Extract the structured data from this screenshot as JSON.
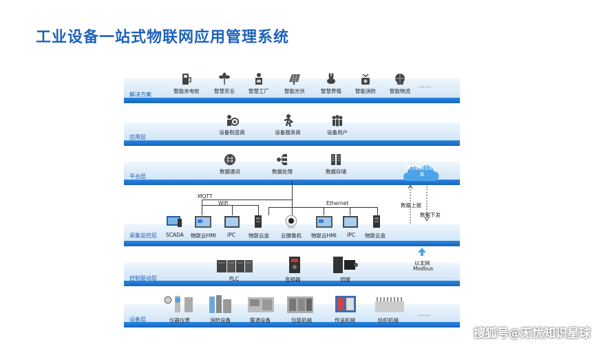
{
  "title": "工业设备一站式物联网应用管理系统",
  "layers": {
    "solution": {
      "label": "解决方案",
      "items": [
        "智能充电桩",
        "智慧农业",
        "智慧工厂",
        "智能光伏",
        "智慧养殖",
        "智能消防",
        "智能物流"
      ],
      "more": "……"
    },
    "application": {
      "label": "应用层",
      "items": [
        "设备制造商",
        "设备服务商",
        "设备用户"
      ]
    },
    "platform": {
      "label": "平台层",
      "items": [
        "数据通讯",
        "数据处理",
        "数据存储"
      ],
      "cloud_label": "青为数据互联工具"
    },
    "collection": {
      "label": "采集监控层",
      "items": [
        "SCADA",
        "物联云HMI",
        "IPC",
        "物联云盒",
        "云摄像机",
        "物联云HMI",
        "IPC",
        "物联云盒"
      ],
      "protocols": {
        "mqtt": "MQTT",
        "wifi": "Wifi",
        "ethernet": "Ethernet"
      },
      "upload": "数据上报",
      "download": "数据下发"
    },
    "control": {
      "label": "控制驱动层",
      "items": [
        "PLC",
        "变频器",
        "伺服"
      ],
      "link": "以太网",
      "link2": "Modbus"
    },
    "device": {
      "label": "设备层",
      "items": [
        "仪器仪表",
        "消防设备",
        "暖通设备",
        "包装机械",
        "传送机械",
        "纺织机械"
      ]
    }
  },
  "colors": {
    "accent": "#1d62b8",
    "bar": "#1565c0"
  },
  "watermark": "搜狐号@无忧知识星球"
}
